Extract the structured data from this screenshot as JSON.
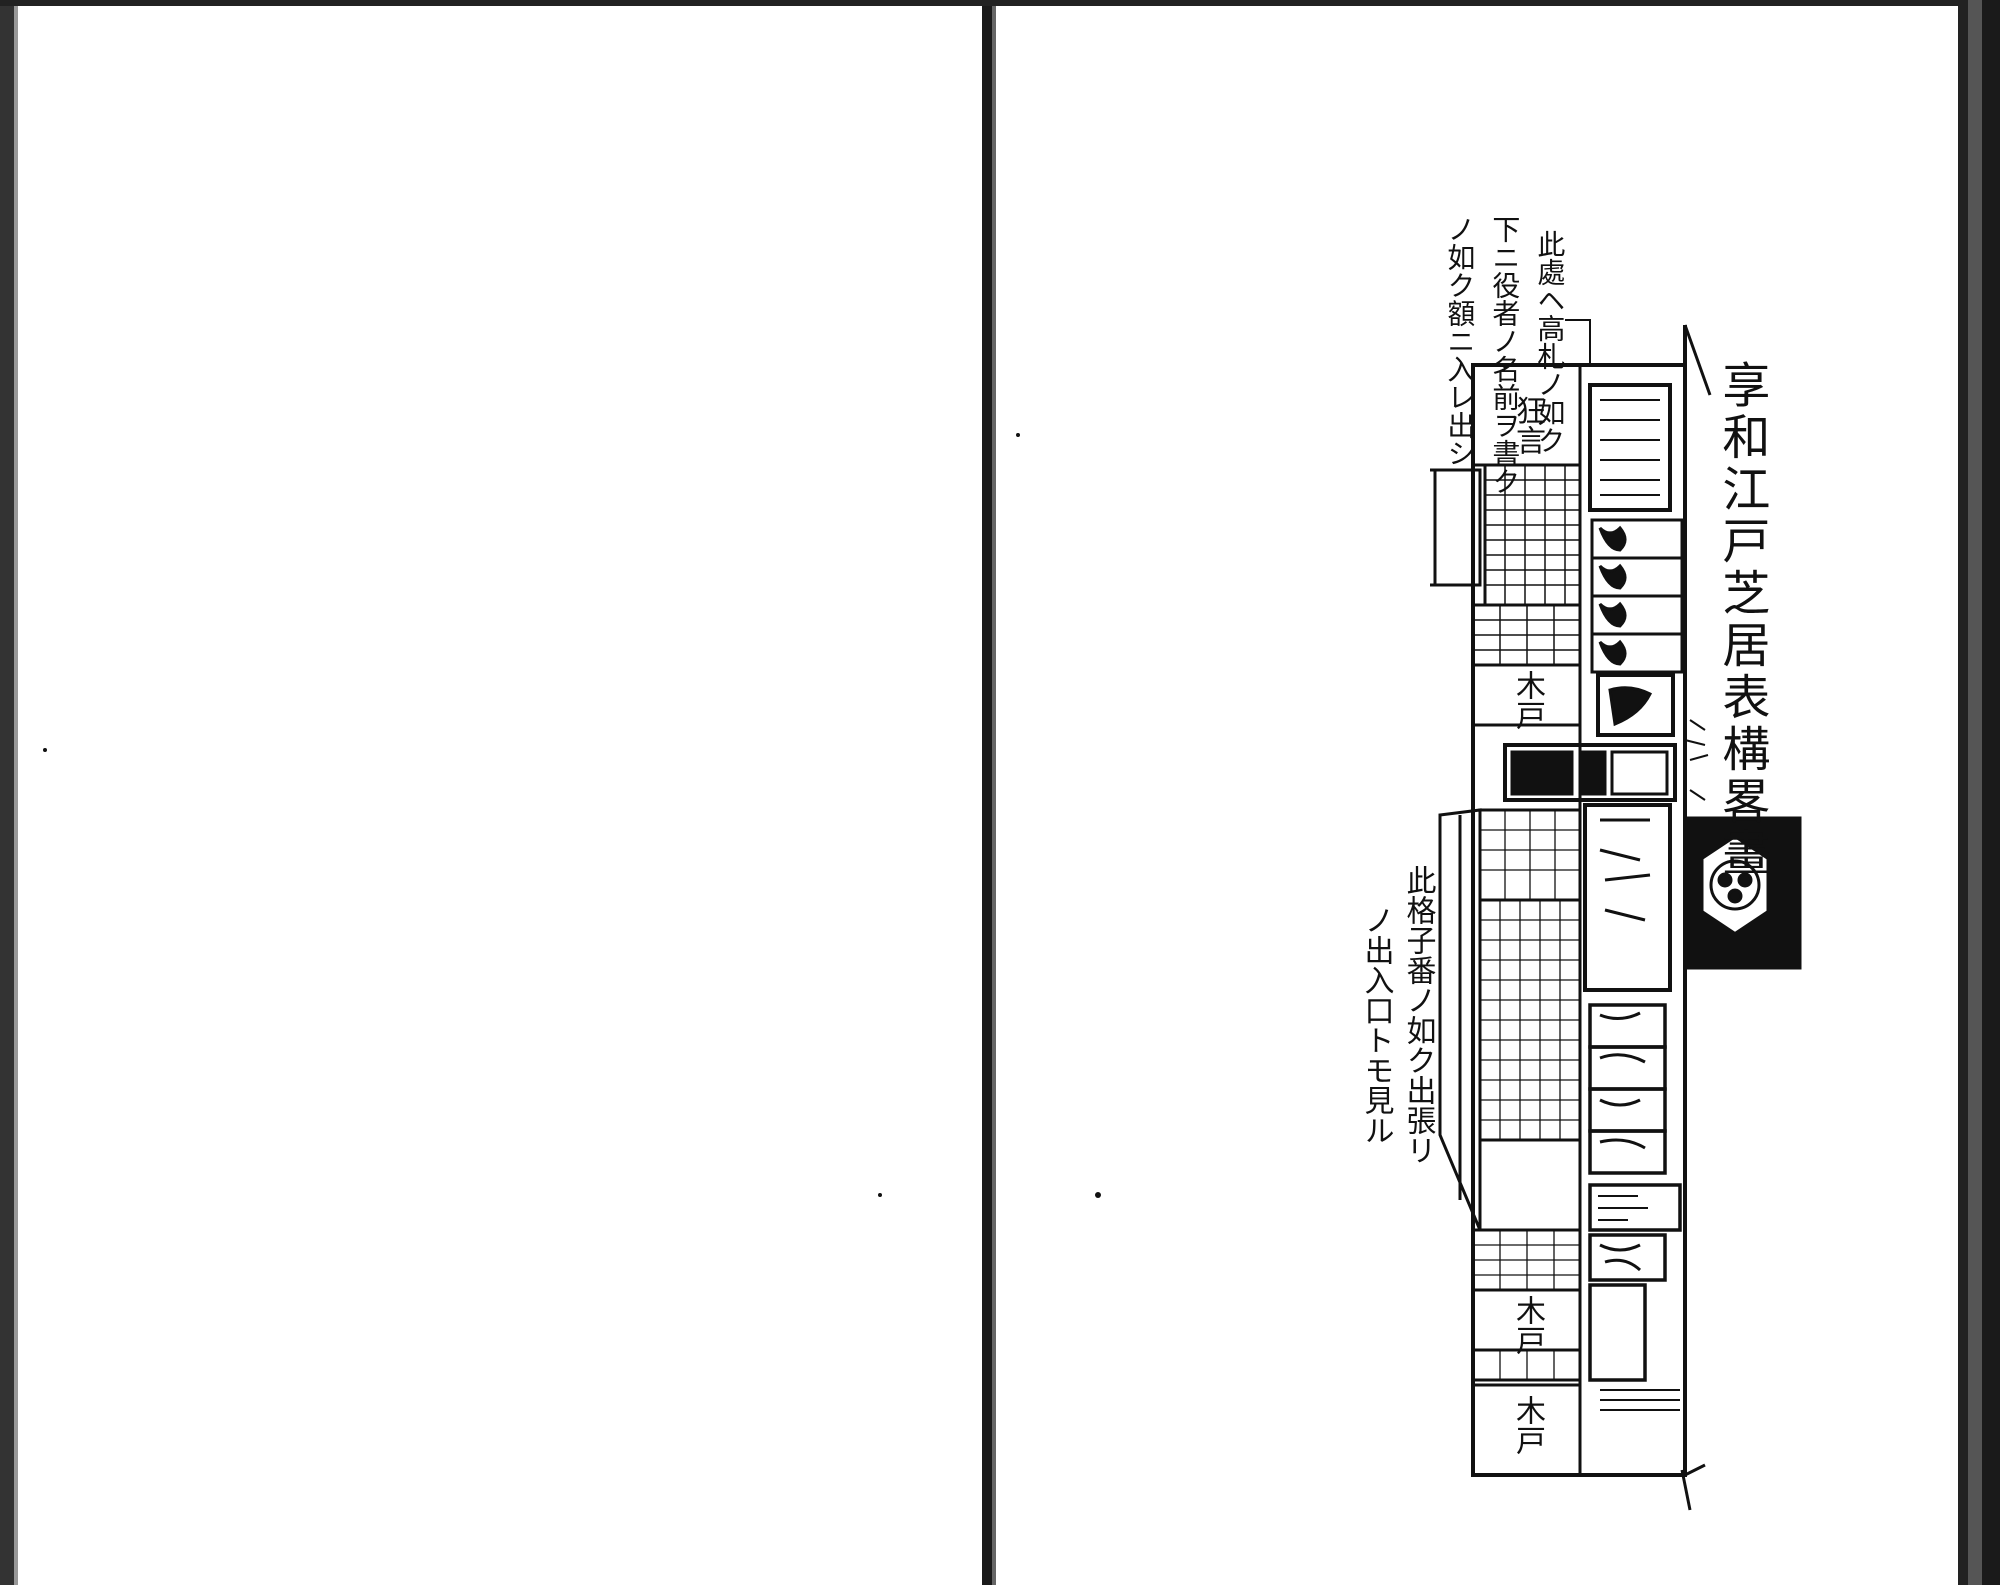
{
  "title": "享和江戸芝居表構畧畫",
  "notes": {
    "roof_note": [
      "此處ヘ高札ノ如ク",
      "下ニ役者ノ名前ヲ書ク",
      "ノ如ク額ニ入レ出シ"
    ],
    "lattice_note": [
      "此格子番ノ如ク出張リ",
      "ノ出入口トモ見ル"
    ]
  },
  "signs": {
    "sign_1": "狂言",
    "sign_2": "木戸",
    "sign_3": "木戸",
    "sign_4": "木戸"
  },
  "colors": {
    "ink": "#111111",
    "paper": "#ffffff",
    "spine": "#1a1a1a"
  }
}
